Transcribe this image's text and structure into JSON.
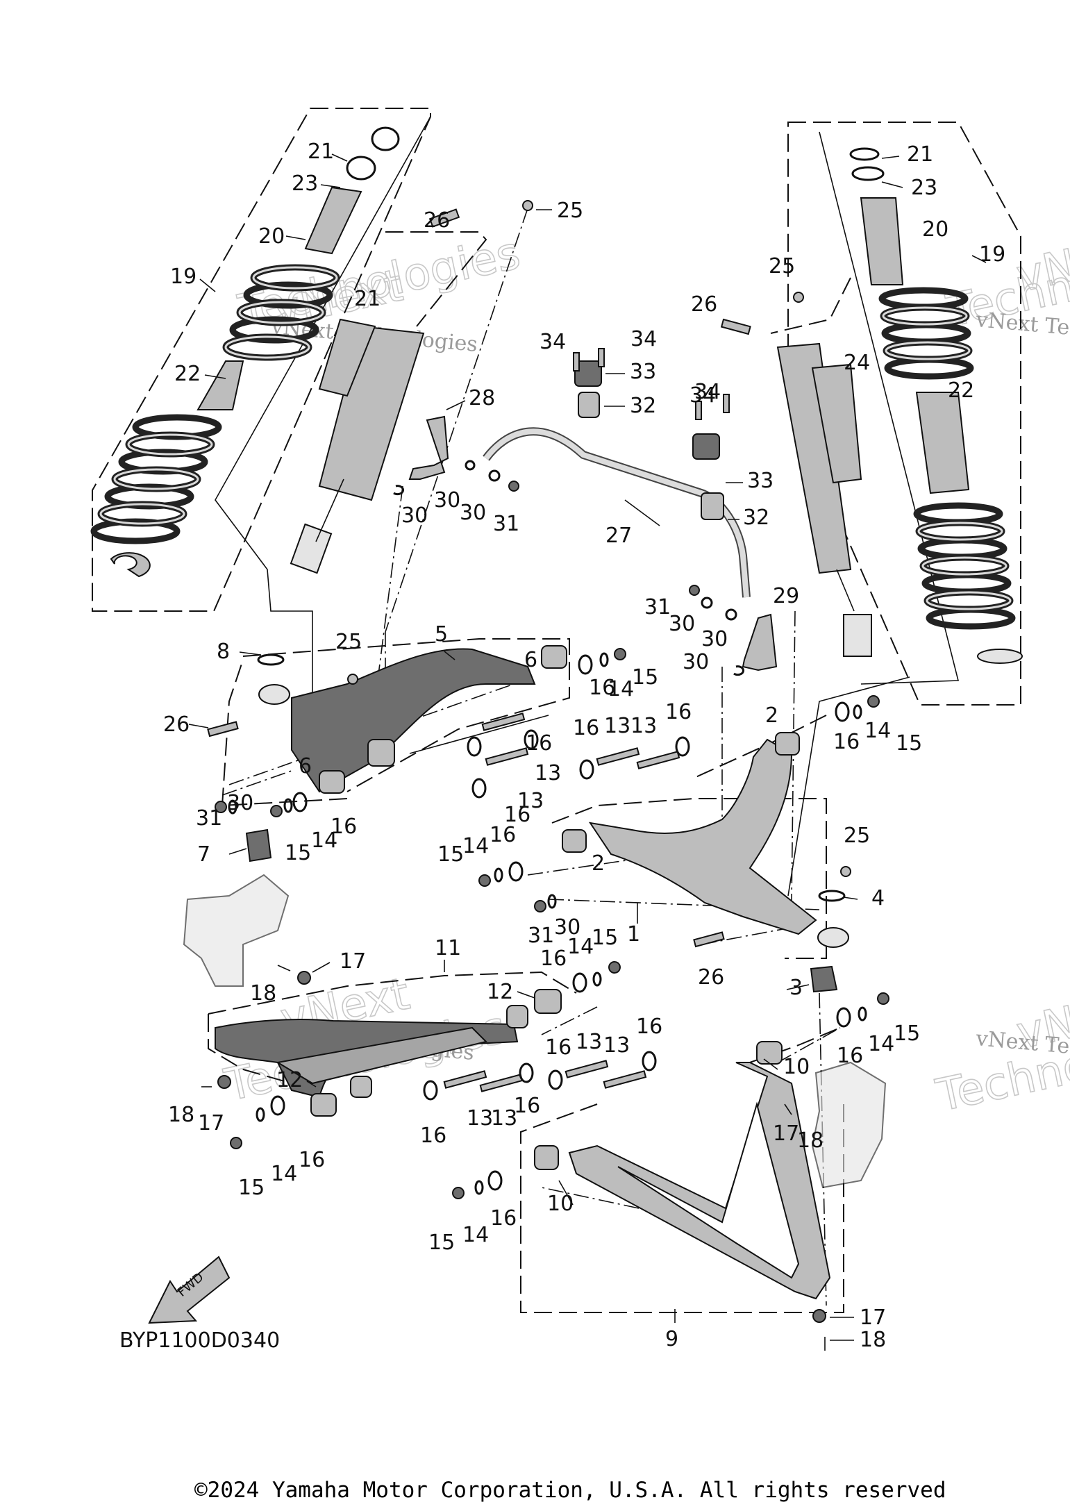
{
  "diagram_code": "BYP1100D0340",
  "fwd_label": "FWD",
  "watermark": {
    "small": "vNext Technologies",
    "large_1": "vNext",
    "large_2": "Technologies"
  },
  "copyright": "©2024 Yamaha Motor Corporation, U.S.A. All rights reserved",
  "callouts": {
    "c1": "1",
    "c2a": "2",
    "c2b": "2",
    "c3": "3",
    "c4": "4",
    "c5": "5",
    "c6a": "6",
    "c6b": "6",
    "c7": "7",
    "c8": "8",
    "c9": "9",
    "c10a": "10",
    "c10b": "10",
    "c11": "11",
    "c12a": "12",
    "c12b": "12",
    "c13a": "13",
    "c13b": "13",
    "c13c": "13",
    "c13d": "13",
    "c13e": "13",
    "c13f": "13",
    "c13g": "13",
    "c13h": "13",
    "c14a": "14",
    "c14b": "14",
    "c14c": "14",
    "c14d": "14",
    "c14e": "14",
    "c14f": "14",
    "c14g": "14",
    "c14h": "14",
    "c15a": "15",
    "c15b": "15",
    "c15c": "15",
    "c15d": "15",
    "c15e": "15",
    "c15f": "15",
    "c15g": "15",
    "c15h": "15",
    "c16a": "16",
    "c16b": "16",
    "c16c": "16",
    "c16d": "16",
    "c16e": "16",
    "c16f": "16",
    "c16g": "16",
    "c16h": "16",
    "c16i": "16",
    "c16j": "16",
    "c16k": "16",
    "c16l": "16",
    "c16m": "16",
    "c16n": "16",
    "c16o": "16",
    "c16p": "16",
    "c17a": "17",
    "c17b": "17",
    "c17c": "17",
    "c17d": "17",
    "c18a": "18",
    "c18b": "18",
    "c18c": "18",
    "c18d": "18",
    "c19a": "19",
    "c19b": "19",
    "c20a": "20",
    "c20b": "20",
    "c21a": "21",
    "c21b": "21",
    "c21c": "21",
    "c22a": "22",
    "c22b": "22",
    "c23a": "23",
    "c23b": "23",
    "c24": "24",
    "c25a": "25",
    "c25b": "25",
    "c25c": "25",
    "c25d": "25",
    "c26a": "26",
    "c26b": "26",
    "c26c": "26",
    "c26d": "26",
    "c27": "27",
    "c28": "28",
    "c29": "29",
    "c30a": "30",
    "c30b": "30",
    "c30c": "30",
    "c30d": "30",
    "c30e": "30",
    "c30f": "30",
    "c30g": "30",
    "c30h": "30",
    "c31a": "31",
    "c31b": "31",
    "c31c": "31",
    "c31d": "31",
    "c32a": "32",
    "c32b": "32",
    "c33a": "33",
    "c33b": "33",
    "c34a": "34",
    "c34b": "34",
    "c34c": "34",
    "c34d": "34"
  }
}
